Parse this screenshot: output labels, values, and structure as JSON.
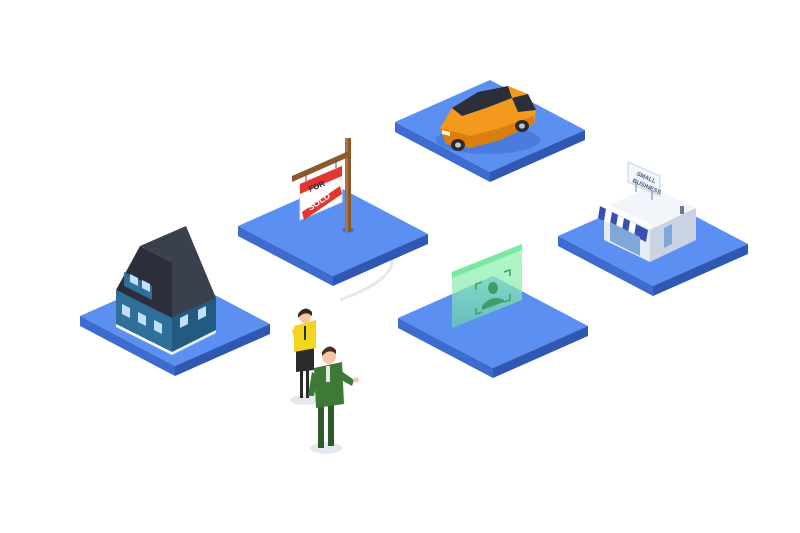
{
  "colors": {
    "platform_top": "#5b8ff2",
    "platform_left": "#3d6bcf",
    "platform_right": "#2f58b3",
    "house_wall": "#2f6f9a",
    "house_roof": "#2b2f3a",
    "car_body": "#f39a1e",
    "sign_board": "#ffffff",
    "sign_banner": "#e2362f",
    "shop_awning": "#3b4fb0",
    "id_panel": "#8ff2b0"
  },
  "sign": {
    "banner_text": "SOLD",
    "board_text": "FOR"
  },
  "shop": {
    "sign_line1": "SMALL",
    "sign_line2": "BUSINESS"
  },
  "icons": {
    "house": "house-icon",
    "car": "car-icon",
    "sale_sign": "sold-sign-icon",
    "shop": "store-icon",
    "identity": "id-card-icon"
  }
}
